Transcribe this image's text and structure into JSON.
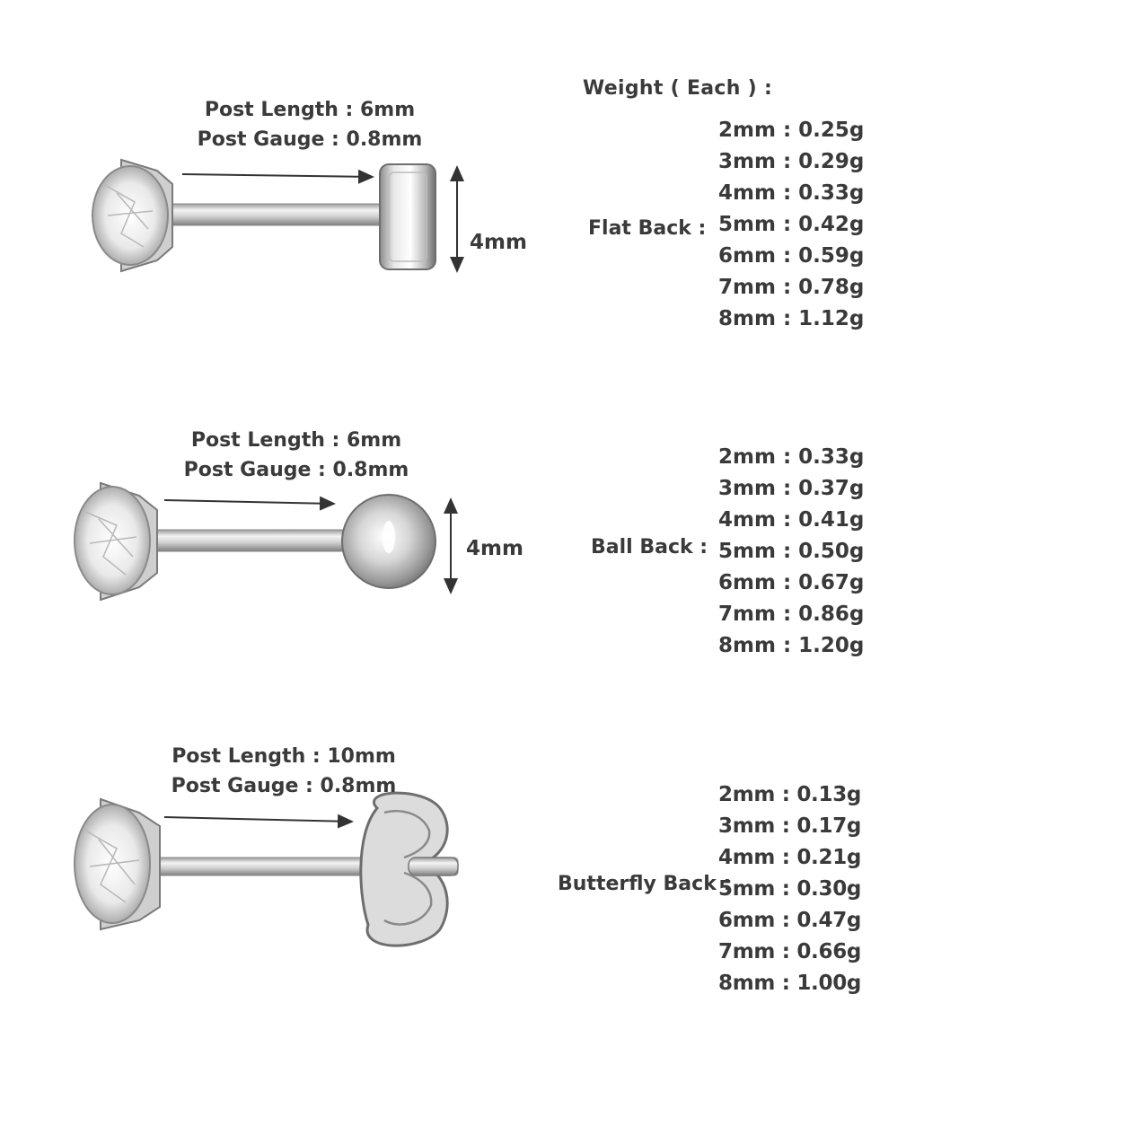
{
  "weight_heading": "Weight ( Each ) :",
  "sections": [
    {
      "post_length": "Post Length : 6mm",
      "post_gauge": "Post Gauge : 0.8mm",
      "dimension": "4mm",
      "type_label": "Flat Back :",
      "weights": [
        "2mm : 0.25g",
        "3mm : 0.29g",
        "4mm : 0.33g",
        "5mm : 0.42g",
        "6mm : 0.59g",
        "7mm : 0.78g",
        "8mm : 1.12g"
      ]
    },
    {
      "post_length": "Post Length : 6mm",
      "post_gauge": "Post Gauge : 0.8mm",
      "dimension": "4mm",
      "type_label": "Ball Back :",
      "weights": [
        "2mm : 0.33g",
        "3mm : 0.37g",
        "4mm : 0.41g",
        "5mm : 0.50g",
        "6mm : 0.67g",
        "7mm : 0.86g",
        "8mm : 1.20g"
      ]
    },
    {
      "post_length": "Post Length : 10mm",
      "post_gauge": "Post Gauge : 0.8mm",
      "type_label": "Butterfly Back :",
      "weights": [
        "2mm : 0.13g",
        "3mm : 0.17g",
        "4mm : 0.21g",
        "5mm : 0.30g",
        "6mm : 0.47g",
        "7mm : 0.66g",
        "8mm : 1.00g"
      ]
    }
  ],
  "colors": {
    "text": "#3a3a3a",
    "metal_light": "#f2f2f2",
    "metal_dark": "#8a8a8a"
  }
}
